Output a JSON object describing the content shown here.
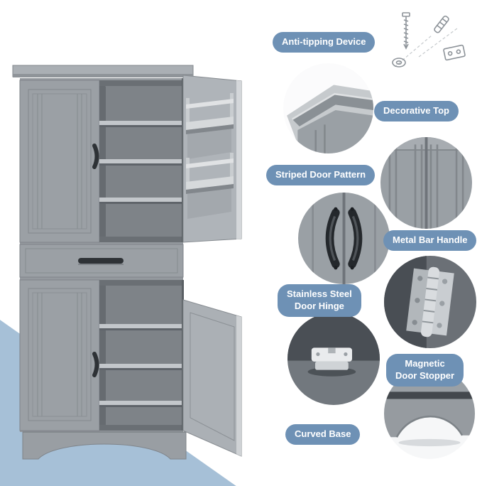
{
  "callouts": [
    {
      "id": "anti-tipping-device",
      "label": "Anti-tipping Device"
    },
    {
      "id": "decorative-top",
      "label": "Decorative Top"
    },
    {
      "id": "striped-door-pattern",
      "label": "Striped Door Pattern"
    },
    {
      "id": "metal-bar-handle",
      "label": "Metal Bar Handle"
    },
    {
      "id": "stainless-steel-door-hinge",
      "label": "Stainless Steel\nDoor Hinge"
    },
    {
      "id": "magnetic-door-stopper",
      "label": "Magnetic\nDoor Stopper"
    },
    {
      "id": "curved-base",
      "label": "Curved Base"
    }
  ],
  "colors": {
    "label_pill_bg": "#6e91b5",
    "label_text": "#ffffff",
    "accent_triangle": "#a6c0d7",
    "cabinet_gray": "#9aa0a6",
    "interior_gray": "#7e8388",
    "handle_dark": "#2e3236"
  }
}
